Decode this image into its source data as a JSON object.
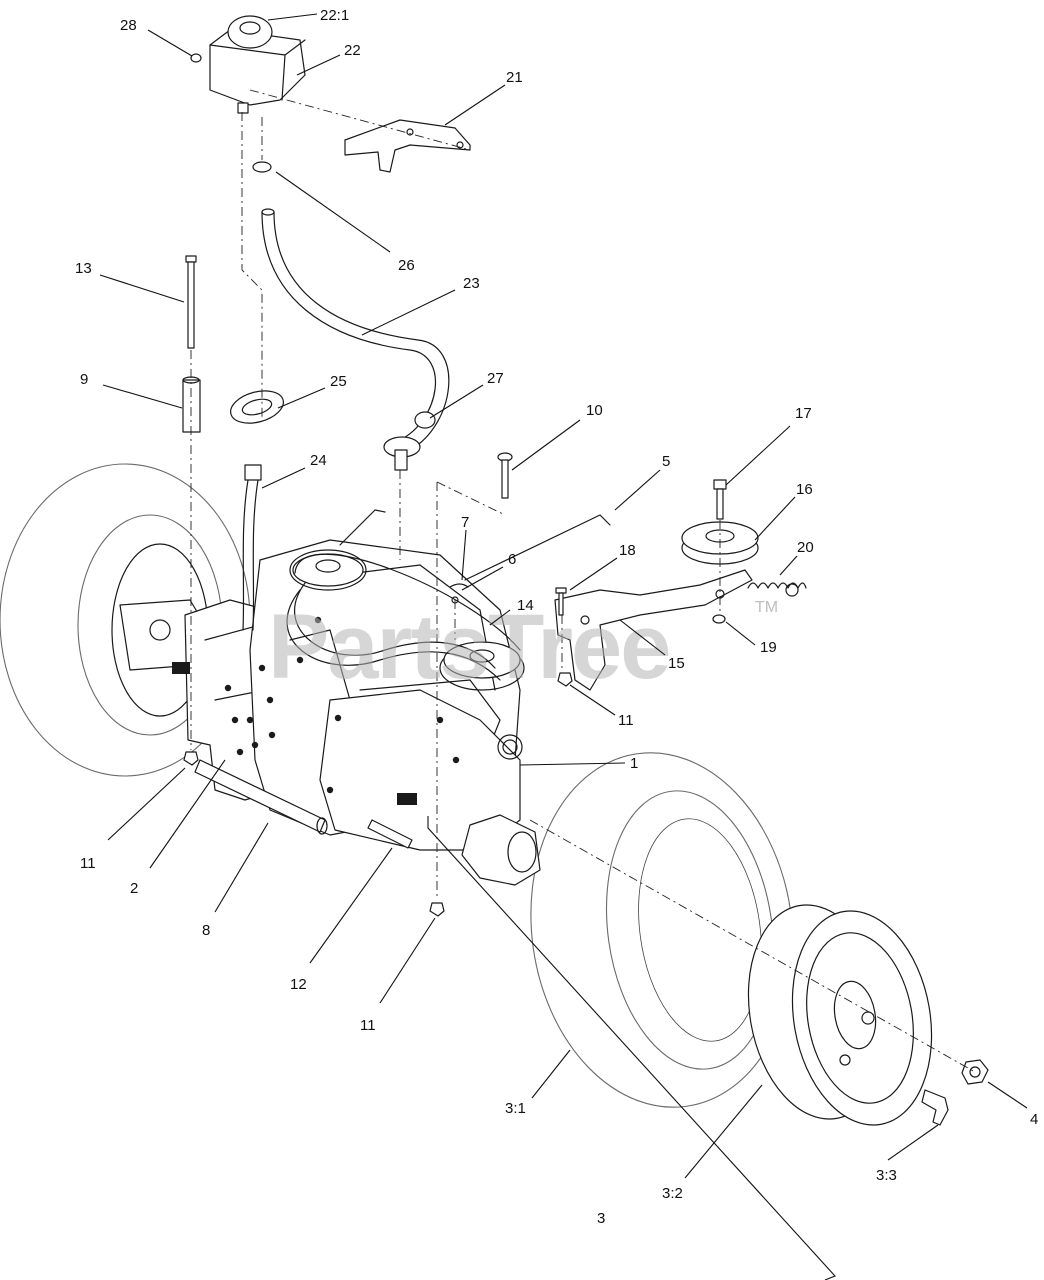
{
  "watermark": {
    "text": "PartsTree",
    "tm": "TM"
  },
  "callouts": [
    {
      "id": "c28",
      "label": "28"
    },
    {
      "id": "c22-1",
      "label": "22:1"
    },
    {
      "id": "c22",
      "label": "22"
    },
    {
      "id": "c21",
      "label": "21"
    },
    {
      "id": "c26",
      "label": "26"
    },
    {
      "id": "c13",
      "label": "13"
    },
    {
      "id": "c23",
      "label": "23"
    },
    {
      "id": "c9",
      "label": "9"
    },
    {
      "id": "c25",
      "label": "25"
    },
    {
      "id": "c27",
      "label": "27"
    },
    {
      "id": "c10",
      "label": "10"
    },
    {
      "id": "c17",
      "label": "17"
    },
    {
      "id": "c24",
      "label": "24"
    },
    {
      "id": "c5",
      "label": "5"
    },
    {
      "id": "c16",
      "label": "16"
    },
    {
      "id": "c7",
      "label": "7"
    },
    {
      "id": "c6",
      "label": "6"
    },
    {
      "id": "c18",
      "label": "18"
    },
    {
      "id": "c20",
      "label": "20"
    },
    {
      "id": "c14",
      "label": "14"
    },
    {
      "id": "c19",
      "label": "19"
    },
    {
      "id": "c15",
      "label": "15"
    },
    {
      "id": "c11a",
      "label": "11"
    },
    {
      "id": "c1",
      "label": "1"
    },
    {
      "id": "c11b",
      "label": "11"
    },
    {
      "id": "c2",
      "label": "2"
    },
    {
      "id": "c8",
      "label": "8"
    },
    {
      "id": "c12",
      "label": "12"
    },
    {
      "id": "c11c",
      "label": "11"
    },
    {
      "id": "c3-1",
      "label": "3:1"
    },
    {
      "id": "c4",
      "label": "4"
    },
    {
      "id": "c3-2",
      "label": "3:2"
    },
    {
      "id": "c3-3",
      "label": "3:3"
    },
    {
      "id": "c3",
      "label": "3"
    }
  ]
}
